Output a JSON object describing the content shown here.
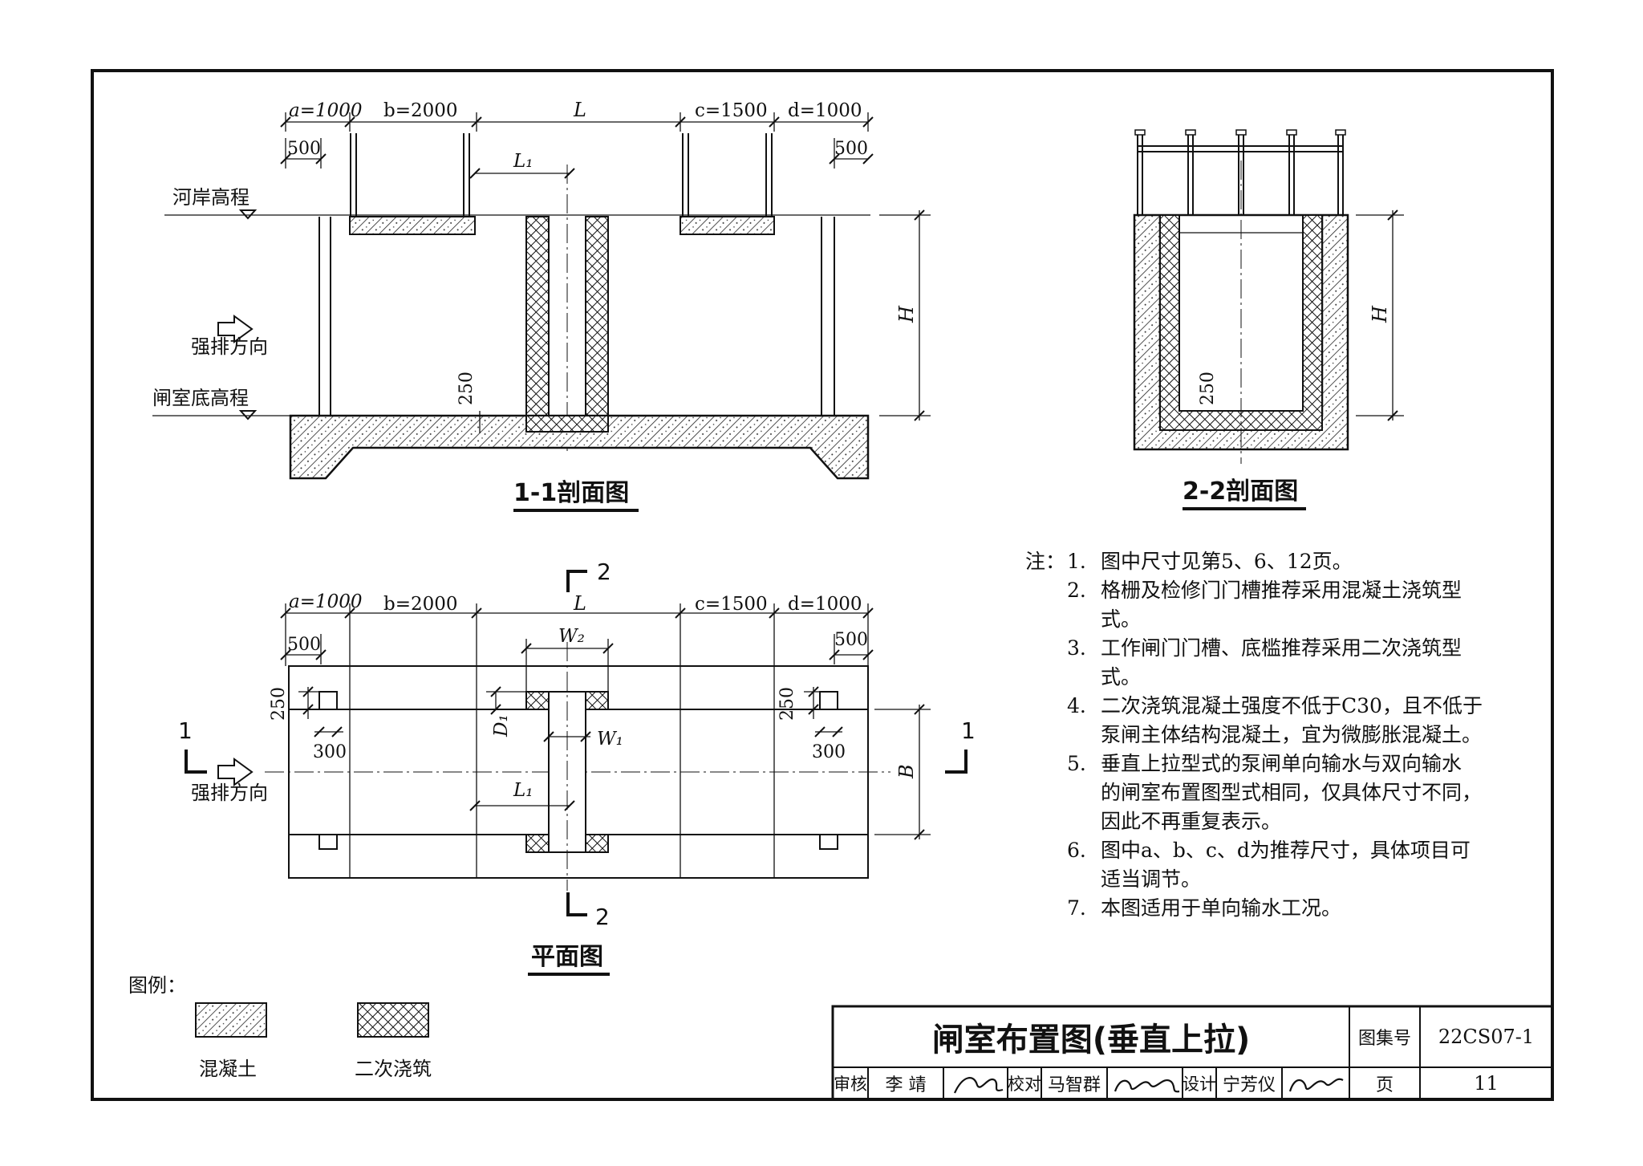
{
  "section_1_1": {
    "title": "1-1剖面图",
    "dim_a": "a=1000",
    "dim_b": "b=2000",
    "dim_L": "L",
    "dim_c": "c=1500",
    "dim_d": "d=1000",
    "dim_500_left": "500",
    "dim_500_right": "500",
    "dim_L1": "L₁",
    "dim_H": "H",
    "dim_250": "250",
    "label_bank": "河岸高程",
    "label_flow": "强排方向",
    "label_floor": "闸室底高程"
  },
  "section_2_2": {
    "title": "2-2剖面图",
    "dim_H": "H",
    "dim_250": "250"
  },
  "plan": {
    "title": "平面图",
    "dim_a": "a=1000",
    "dim_b": "b=2000",
    "dim_L": "L",
    "dim_c": "c=1500",
    "dim_d": "d=1000",
    "dim_500_left": "500",
    "dim_500_right": "500",
    "dim_W2": "W₂",
    "dim_W1": "W₁",
    "dim_D1": "D₁",
    "dim_L1": "L₁",
    "dim_B": "B",
    "dim_250_left": "250",
    "dim_250_right": "250",
    "dim_300_left": "300",
    "dim_300_right": "300",
    "label_flow": "强排方向",
    "cut_mark_1": "1",
    "cut_mark_2": "2"
  },
  "notes": {
    "prefix": "注：",
    "items": [
      {
        "num": "1.",
        "lines": [
          "图中尺寸见第5、6、12页。"
        ]
      },
      {
        "num": "2.",
        "lines": [
          "格栅及检修门门槽推荐采用混凝土浇筑型",
          "式。"
        ]
      },
      {
        "num": "3.",
        "lines": [
          "工作闸门门槽、底槛推荐采用二次浇筑型",
          "式。"
        ]
      },
      {
        "num": "4.",
        "lines": [
          "二次浇筑混凝土强度不低于C30，且不低于",
          "泵闸主体结构混凝土，宜为微膨胀混凝土。"
        ]
      },
      {
        "num": "5.",
        "lines": [
          "垂直上拉型式的泵闸单向输水与双向输水",
          "的闸室布置图型式相同，仅具体尺寸不同，",
          "因此不再重复表示。"
        ]
      },
      {
        "num": "6.",
        "lines": [
          "图中a、b、c、d为推荐尺寸，具体项目可",
          "适当调节。"
        ]
      },
      {
        "num": "7.",
        "lines": [
          "本图适用于单向输水工况。"
        ]
      }
    ]
  },
  "legend": {
    "title": "图例：",
    "concrete": "混凝土",
    "secondary_pour": "二次浇筑"
  },
  "title_block": {
    "drawing_title": "闸室布置图(垂直上拉)",
    "atlas_label": "图集号",
    "atlas_no": "22CS07-1",
    "review_label": "审核",
    "review_name": "李 靖",
    "check_label": "校对",
    "check_name": "马智群",
    "design_label": "设计",
    "design_name": "宁芳仪",
    "page_label": "页",
    "page_no": "11"
  }
}
